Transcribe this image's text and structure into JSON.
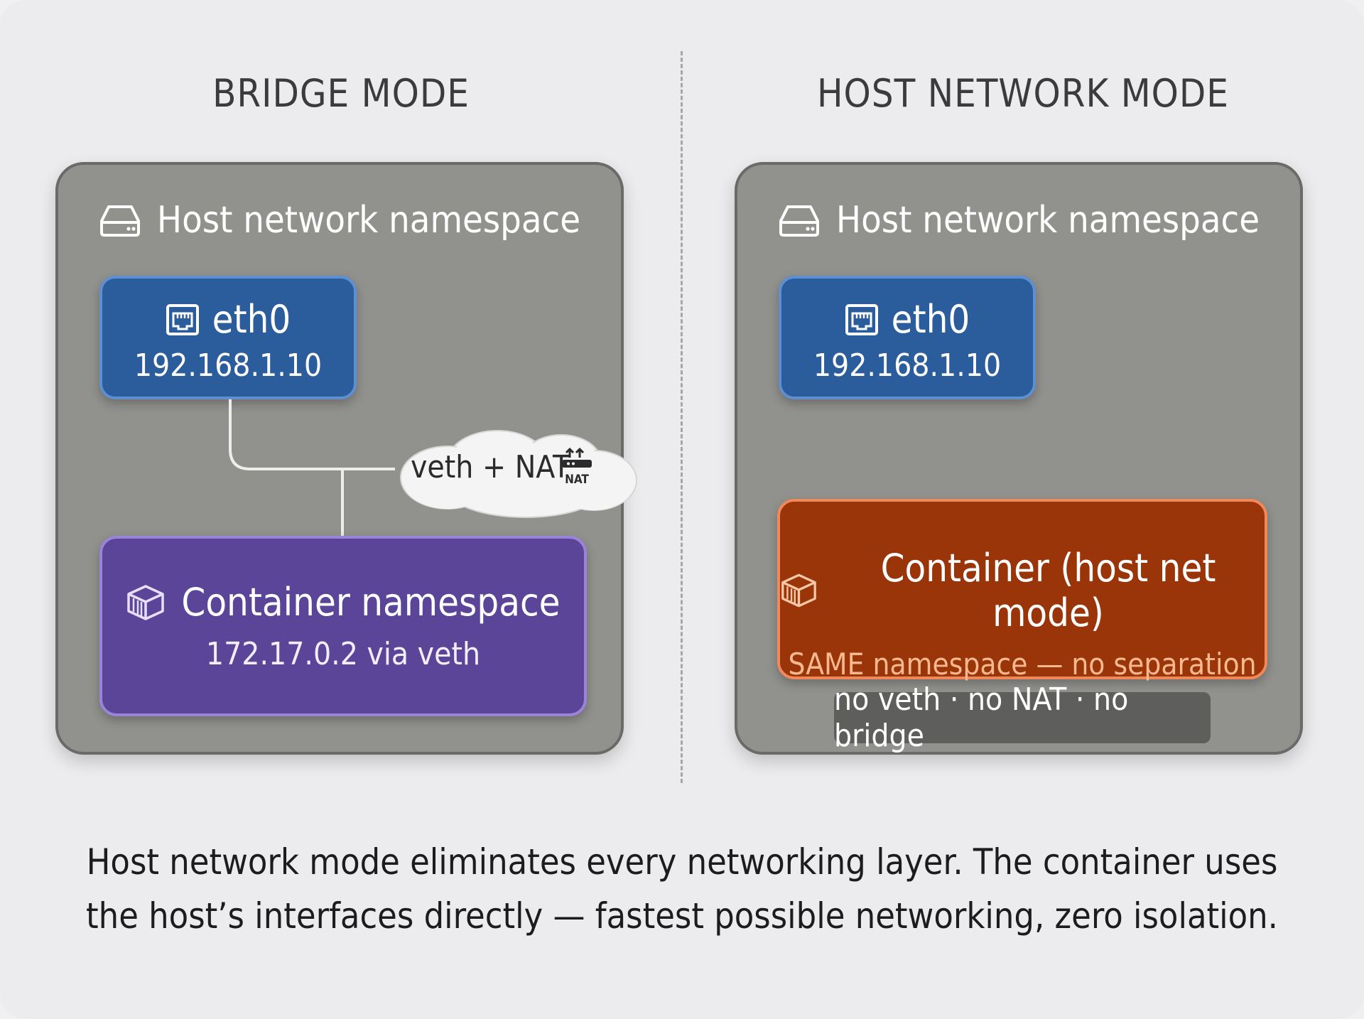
{
  "bridge": {
    "title": "BRIDGE MODE",
    "ns_label": "Host network namespace",
    "eth_name": "eth0",
    "eth_ip": "192.168.1.10",
    "link_label": "veth + NAT",
    "nat_icon_text": "NAT",
    "container_title": "Container namespace",
    "container_sub": "172.17.0.2 via veth"
  },
  "host": {
    "title": "HOST NETWORK MODE",
    "ns_label": "Host network namespace",
    "eth_name": "eth0",
    "eth_ip": "192.168.1.10",
    "container_title": "Container (host net mode)",
    "container_sub": "SAME namespace — no separation",
    "badge": "no veth · no NAT · no bridge"
  },
  "caption": "Host network mode eliminates every networking layer. The container uses the host’s interfaces directly — fastest possible networking, zero isolation.",
  "icons": {
    "namespace": "server-drive-icon",
    "interface": "ethernet-port-icon",
    "container": "container-box-icon",
    "nat": "router-nat-icon"
  },
  "colors": {
    "eth_box": "#2b5d9c",
    "bridge_container": "#5b4598",
    "host_container": "#993508",
    "panel": "#91918e"
  }
}
